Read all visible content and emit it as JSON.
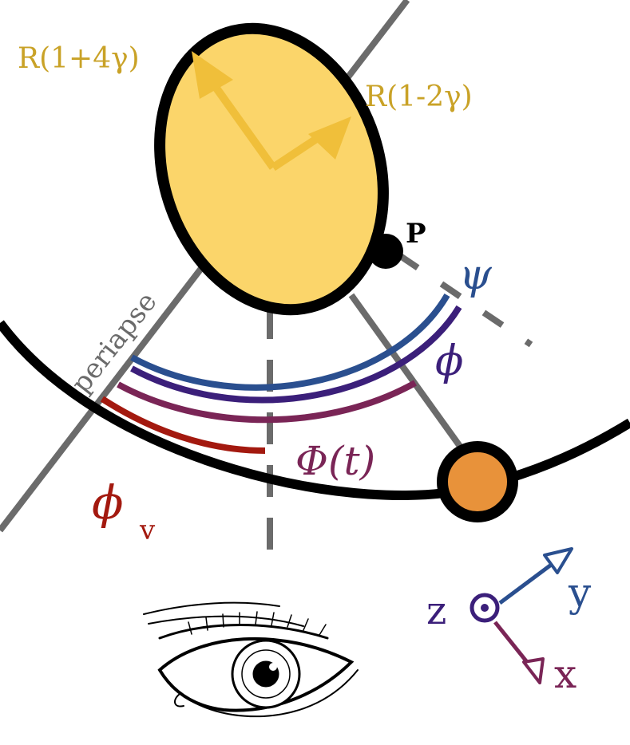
{
  "labels": {
    "axis_long": "R(1+4γ)",
    "axis_short": "R(1-2γ)",
    "point_p": "P",
    "periapse": "periapse",
    "psi": "ψ",
    "phi": "ϕ",
    "Phi_t": "Φ(t)",
    "phi_v_symbol": "ϕ",
    "phi_v_sub": "v",
    "axis_z": "z",
    "axis_y": "y",
    "axis_x": "x"
  },
  "colors": {
    "planet_fill": "#fbd56a",
    "planet_axes": "#f0bf3a",
    "label_gold": "#c9a227",
    "psi": "#2a4f8f",
    "phi": "#3b1f7a",
    "Phi_t": "#7a2556",
    "phi_v": "#a3190f",
    "moon": "#e8923a",
    "guide_gray": "#6b6b6b",
    "outline": "#000000"
  },
  "icons": {
    "observer": "eye-icon",
    "z_axis": "out-of-page-arrow-icon"
  }
}
